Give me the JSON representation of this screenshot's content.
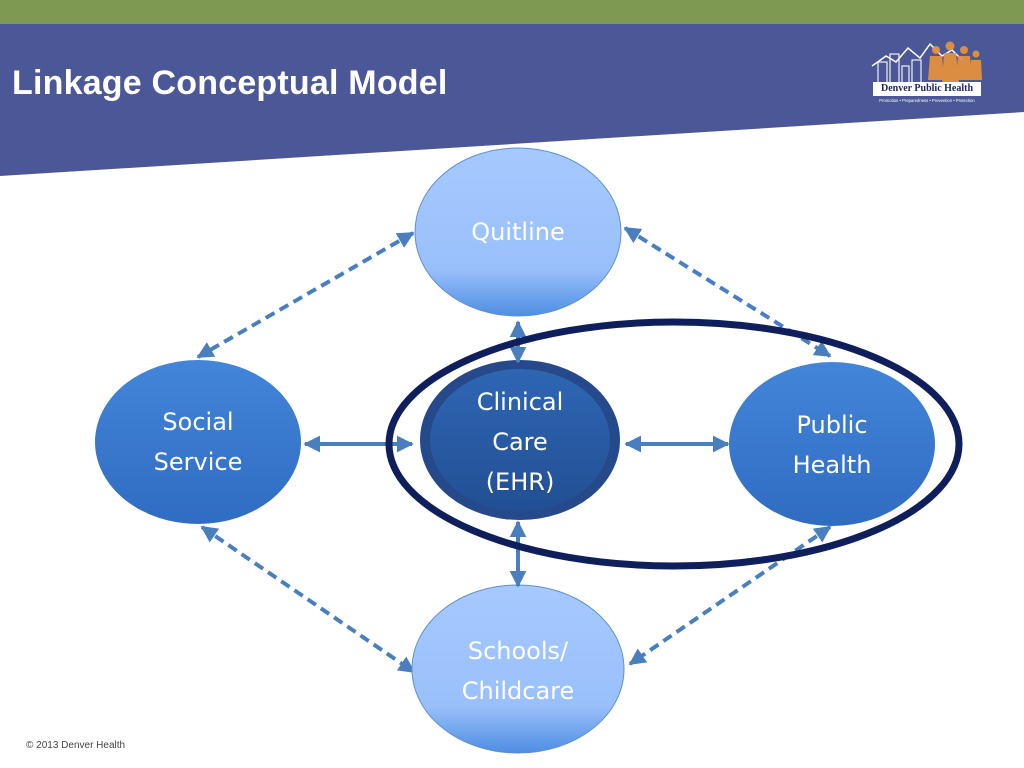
{
  "slide": {
    "title": "Linkage Conceptual Model",
    "footer": "© 2013 Denver Health",
    "colors": {
      "header": "#4c5797",
      "accent_bar": "#7e9a52",
      "node_light": "#9dc3ff",
      "node_mid": "#3d7fd3",
      "node_dark": "#2b5fa6",
      "ring": "#0f1f5c",
      "connector": "#4a7fbf"
    }
  },
  "logo": {
    "name": "Denver Public Health",
    "tagline": "Promotion • Preparedness • Prevention • Protection"
  },
  "nodes": {
    "quitline": "Quitline",
    "clinical": "Clinical\nCare\n(EHR)",
    "social": "Social\nService",
    "public": "Public\nHealth",
    "schools": "Schools/\nChildcare"
  }
}
